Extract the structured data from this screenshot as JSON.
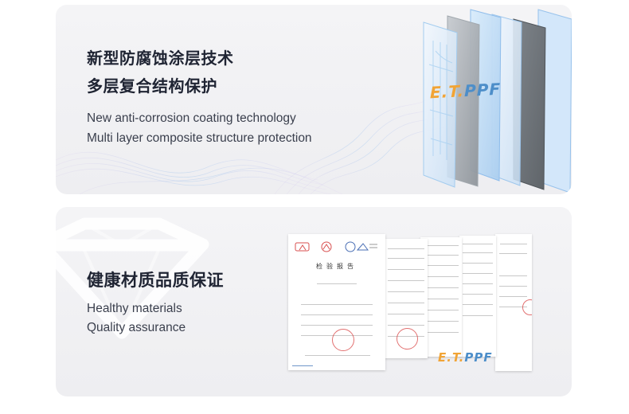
{
  "sections": [
    {
      "title_lines": [
        "新型防腐蚀涂层技术",
        "多层复合结构保护"
      ],
      "subtitle_lines": [
        "New anti-corrosion coating technology",
        "Multi layer composite structure protection"
      ],
      "logo": {
        "prefix": "E.T.",
        "suffix": "PPF"
      }
    },
    {
      "title_lines": [
        "健康材质品质保证"
      ],
      "subtitle_lines": [
        "Healthy materials",
        "Quality assurance"
      ],
      "report_title": "检验报告",
      "logo": {
        "prefix": "E.T.",
        "suffix": "PPF"
      }
    }
  ],
  "colors": {
    "title": "#1f2433",
    "subtitle": "#3a3f4d",
    "card_background": "#f1f1f4",
    "logo_orange": "#f1a436",
    "logo_blue": "#4d8ec9",
    "panel_blue": "#a9cdef",
    "panel_gray": "#6f7479",
    "stamp_red": "#d63535"
  }
}
